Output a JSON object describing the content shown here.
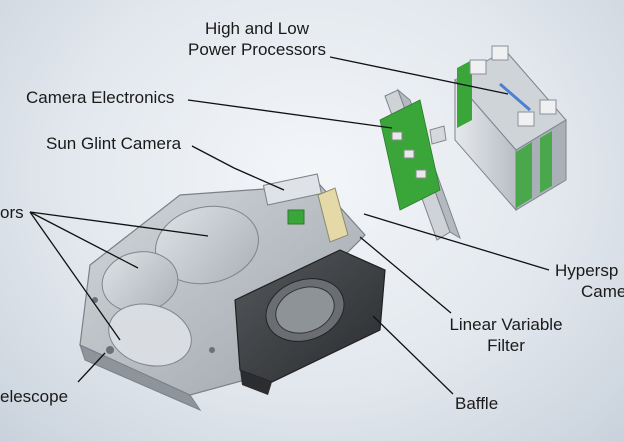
{
  "labels": {
    "processors": [
      "High and Low",
      "Power Processors"
    ],
    "camera_electronics": "Camera Electronics",
    "sun_glint_camera": "Sun Glint Camera",
    "mirrors_fragment": "ors",
    "hyperspectral_camera": [
      "Hypersp",
      "Came"
    ],
    "linear_variable_filter": [
      "Linear Variable",
      "Filter"
    ],
    "telescope_fragment": "elescope",
    "baffle": "Baffle"
  },
  "colors": {
    "housing": "#b9bec4",
    "housing_dark": "#8d949b",
    "baffle": "#3b3d40",
    "pcb_green": "#3aa63a",
    "mirror": "#c7ccd2"
  }
}
